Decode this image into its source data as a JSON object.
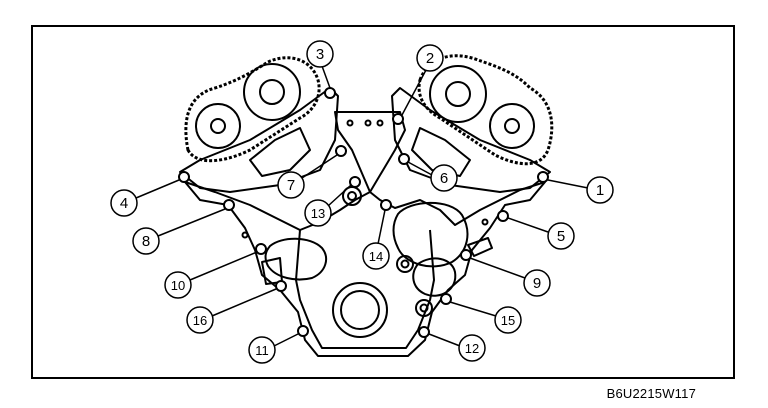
{
  "figure_code": "B6U2215W117",
  "callouts": [
    "1",
    "2",
    "3",
    "4",
    "5",
    "6",
    "7",
    "8",
    "9",
    "10",
    "11",
    "12",
    "13",
    "14",
    "15",
    "16"
  ],
  "colors": {
    "ink": "#000000",
    "paper": "#ffffff"
  }
}
